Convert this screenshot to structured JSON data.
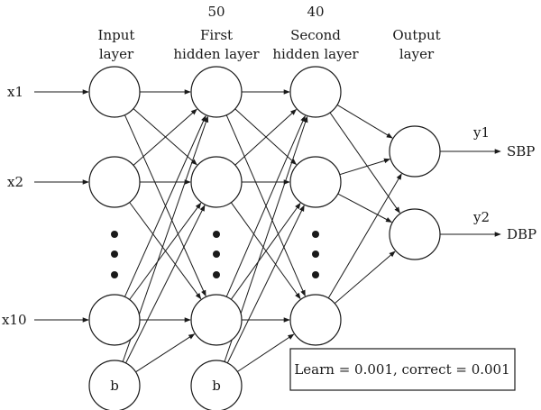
{
  "layers": {
    "input": {
      "title_line1": "Input",
      "title_line2": "layer"
    },
    "hidden1": {
      "count": "50",
      "title_line1": "First",
      "title_line2": "hidden layer"
    },
    "hidden2": {
      "count": "40",
      "title_line1": "Second",
      "title_line2": "hidden layer"
    },
    "output": {
      "title_line1": "Output",
      "title_line2": "layer"
    }
  },
  "inputs": [
    "x1",
    "x2",
    "x10"
  ],
  "outputs": [
    {
      "symbol": "y1",
      "label": "SBP"
    },
    {
      "symbol": "y2",
      "label": "DBP"
    }
  ],
  "bias_label": "b",
  "params_text": "Learn = 0.001, correct = 0.001",
  "colors": {
    "ink": "#1a1a1a",
    "background": "#ffffff"
  }
}
